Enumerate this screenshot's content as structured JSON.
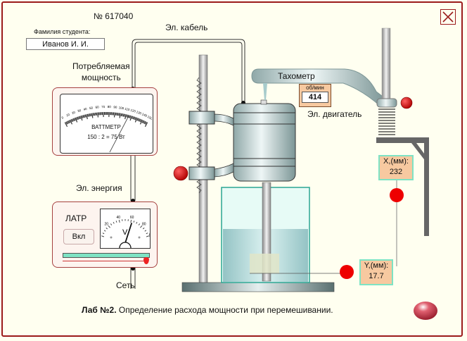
{
  "header": {
    "number_label": "№ 617040",
    "student_label": "Фамилия студента:",
    "student_name": "Иванов И. И.",
    "close_icon": "close-x-icon"
  },
  "labels": {
    "consumed_power": [
      "Потребляемая",
      "мощность"
    ],
    "cable": "Эл. кабель",
    "energy": "Эл. энергия",
    "network": "Сеть",
    "tachometer": "Тахометр",
    "motor": "Эл. двигатель"
  },
  "wattmeter": {
    "title": "ВАТТМЕТР",
    "formula": "150 : 2 = 75 Вт",
    "scale_ticks": [
      "0",
      "10",
      "20",
      "30",
      "40",
      "50",
      "60",
      "70",
      "80",
      "90",
      "100",
      "110",
      "120",
      "130",
      "140",
      "150"
    ],
    "reading_divisions": 115
  },
  "latr": {
    "title": "ЛАТР",
    "button_label": "Вкл",
    "voltmeter_unit": "V",
    "scale_ticks": [
      "0",
      "20",
      "40",
      "60",
      "80",
      "100"
    ],
    "reading": 62,
    "slider_fraction": 1.0
  },
  "tachometer": {
    "unit": "об/мин",
    "value": "414"
  },
  "readouts": {
    "x_label": "X,(мм):",
    "x_value": "232",
    "y_label": "Y,(мм):",
    "y_value": "17.7"
  },
  "footer": {
    "lab_bold": "Лаб №2.",
    "lab_title": " Определение расхода мощности при перемешивании.",
    "next_button_icon": "red-gem-button-icon"
  },
  "colors": {
    "frame": "#9b1b1b",
    "background": "#fffff0",
    "readout_fill": "#f7c9a0",
    "readout_border": "#7ee3c4",
    "knob": "#e00000"
  }
}
